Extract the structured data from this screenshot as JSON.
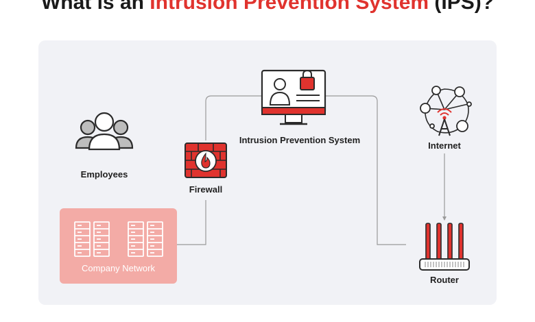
{
  "title": {
    "prefix": "What is an ",
    "highlight": "Intrusion Prevention System",
    "suffix": " (IPS)?"
  },
  "nodes": {
    "employees": {
      "label": "Employees"
    },
    "firewall": {
      "label": "Firewall"
    },
    "ips": {
      "label": "Intrusion Prevention System"
    },
    "internet": {
      "label": "Internet"
    },
    "router": {
      "label": "Router"
    },
    "company_network": {
      "label": "Company Network"
    }
  },
  "colors": {
    "accent": "#e0332e",
    "dark": "#2b2b2b",
    "panel": "#f1f2f6",
    "company_fill": "#f3aba6",
    "icon_gray": "#bdbdbd",
    "line": "#9a9a9a"
  },
  "icons": {
    "employees": "people-group-icon",
    "firewall": "firewall-flame-icon",
    "ips": "monitor-lock-icon",
    "internet": "network-globe-icon",
    "router": "router-antenna-icon",
    "company_network": "server-rack-icon"
  }
}
